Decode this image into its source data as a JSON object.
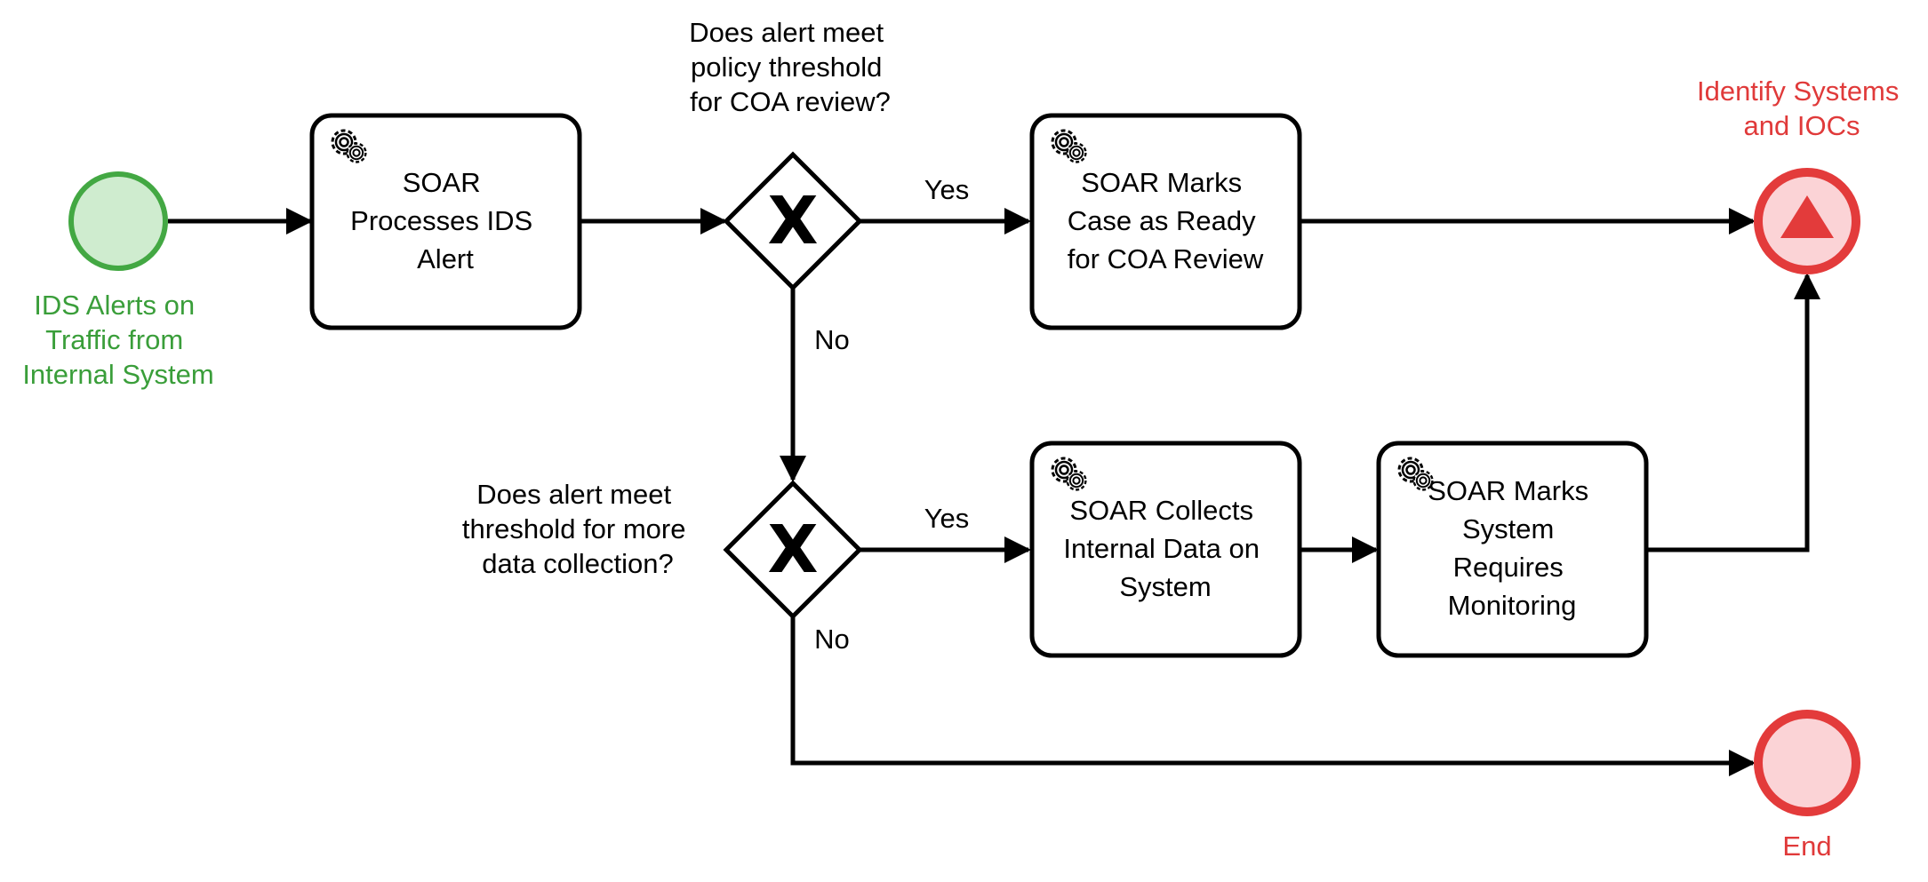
{
  "colors": {
    "start_fill": "#cfeccf",
    "start_stroke": "#43a843",
    "start_text": "#3a9e3a",
    "end_fill": "#fbd3d6",
    "end_stroke": "#e33b3b",
    "end_text": "#e03a3a",
    "line": "#000000"
  },
  "start_event": {
    "label_lines": [
      "IDS Alerts on",
      "Traffic from",
      "Internal System"
    ]
  },
  "tasks": {
    "process_alert": {
      "icon": "gears-icon",
      "label_lines": [
        "SOAR",
        "Processes IDS",
        "Alert"
      ]
    },
    "mark_case_ready": {
      "icon": "gears-icon",
      "label_lines": [
        "SOAR Marks",
        "Case as Ready",
        "for COA Review"
      ]
    },
    "collect_data": {
      "icon": "gears-icon",
      "label_lines": [
        "SOAR Collects",
        "Internal Data on",
        "System"
      ]
    },
    "mark_monitoring": {
      "icon": "gears-icon",
      "label_lines": [
        "SOAR Marks",
        "System",
        "Requires",
        "Monitoring"
      ]
    }
  },
  "gateways": {
    "policy_threshold": {
      "marker": "X",
      "question_lines": [
        "Does alert meet",
        "policy threshold",
        "for COA review?"
      ],
      "yes_label": "Yes",
      "no_label": "No"
    },
    "data_threshold": {
      "marker": "X",
      "question_lines": [
        "Does alert meet",
        "threshold for more",
        "data collection?"
      ],
      "yes_label": "Yes",
      "no_label": "No"
    }
  },
  "escalation_end": {
    "icon": "escalation-triangle-icon",
    "label_lines": [
      "Identify Systems",
      "and IOCs"
    ]
  },
  "end_event": {
    "label": "End"
  }
}
